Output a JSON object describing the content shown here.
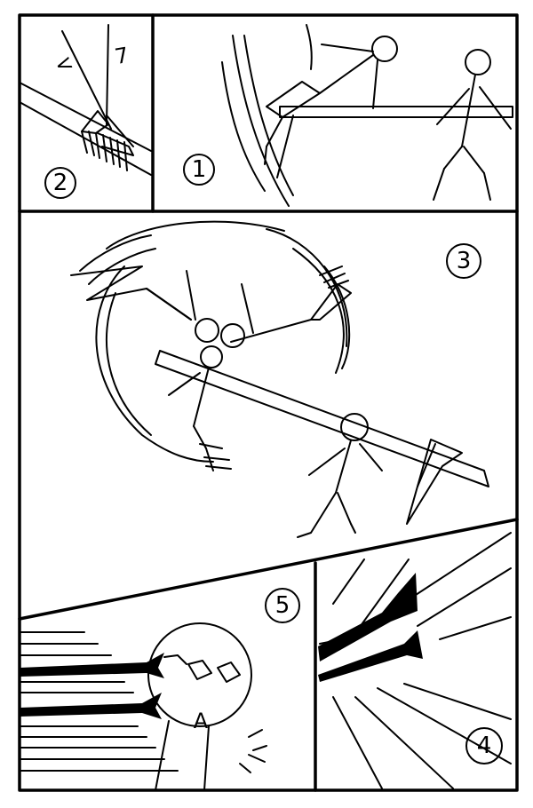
{
  "page": {
    "panels": [
      {
        "id": "panel-1",
        "number": "1"
      },
      {
        "id": "panel-2",
        "number": "2"
      },
      {
        "id": "panel-3",
        "number": "3"
      },
      {
        "id": "panel-4",
        "number": "4"
      },
      {
        "id": "panel-5",
        "number": "5"
      }
    ],
    "sfx": {
      "panel2_mark_a": "<",
      "panel2_mark_b": "7"
    },
    "face_letter": "A"
  },
  "colors": {
    "ink": "#000000",
    "paper": "#ffffff"
  }
}
